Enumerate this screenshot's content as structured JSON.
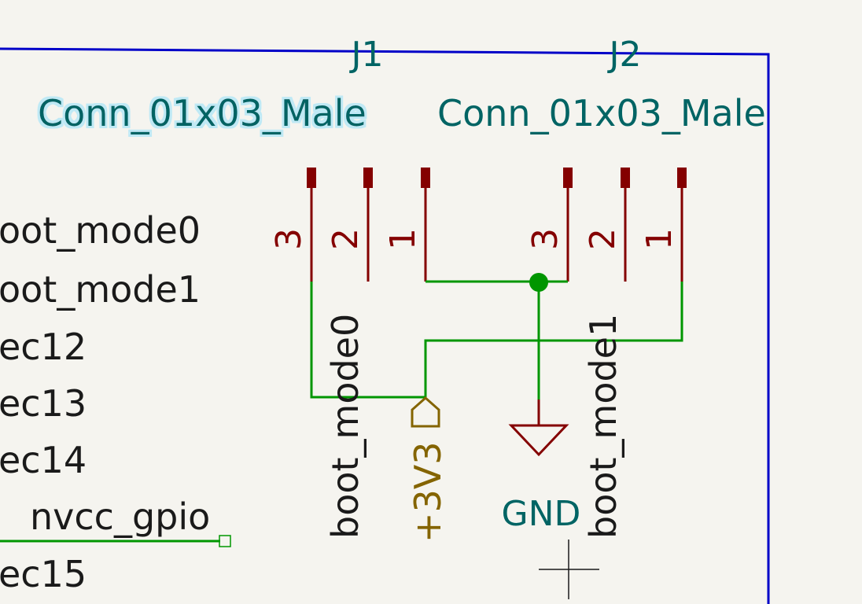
{
  "colors": {
    "background": "#f5f4ef",
    "sheet_border": "#0000c8",
    "component_text": "#006464",
    "selected_glow": "#bfe9f5",
    "pin_color": "#840000",
    "wire_color": "#009600",
    "power_color": "#846400",
    "gnd_color": "#840000",
    "net_label_text": "#1a1a1a",
    "cursor_color": "#1a1a1a"
  },
  "components": {
    "j1": {
      "reference": "J1",
      "value": "Conn_01x03_Male",
      "pins": [
        "3",
        "2",
        "1"
      ],
      "selected": true
    },
    "j2": {
      "reference": "J2",
      "value": "Conn_01x03_Male",
      "pins": [
        "3",
        "2",
        "1"
      ],
      "selected": false
    }
  },
  "hierarchical_pins": [
    "oot_mode0",
    "oot_mode1",
    "ec12",
    "ec13",
    "ec14",
    "nvcc_gpio",
    "ec15"
  ],
  "net_labels": {
    "boot_mode0": "boot_mode0",
    "boot_mode1": "boot_mode1"
  },
  "power_symbols": {
    "v33": "+3V3",
    "gnd": "GND"
  }
}
